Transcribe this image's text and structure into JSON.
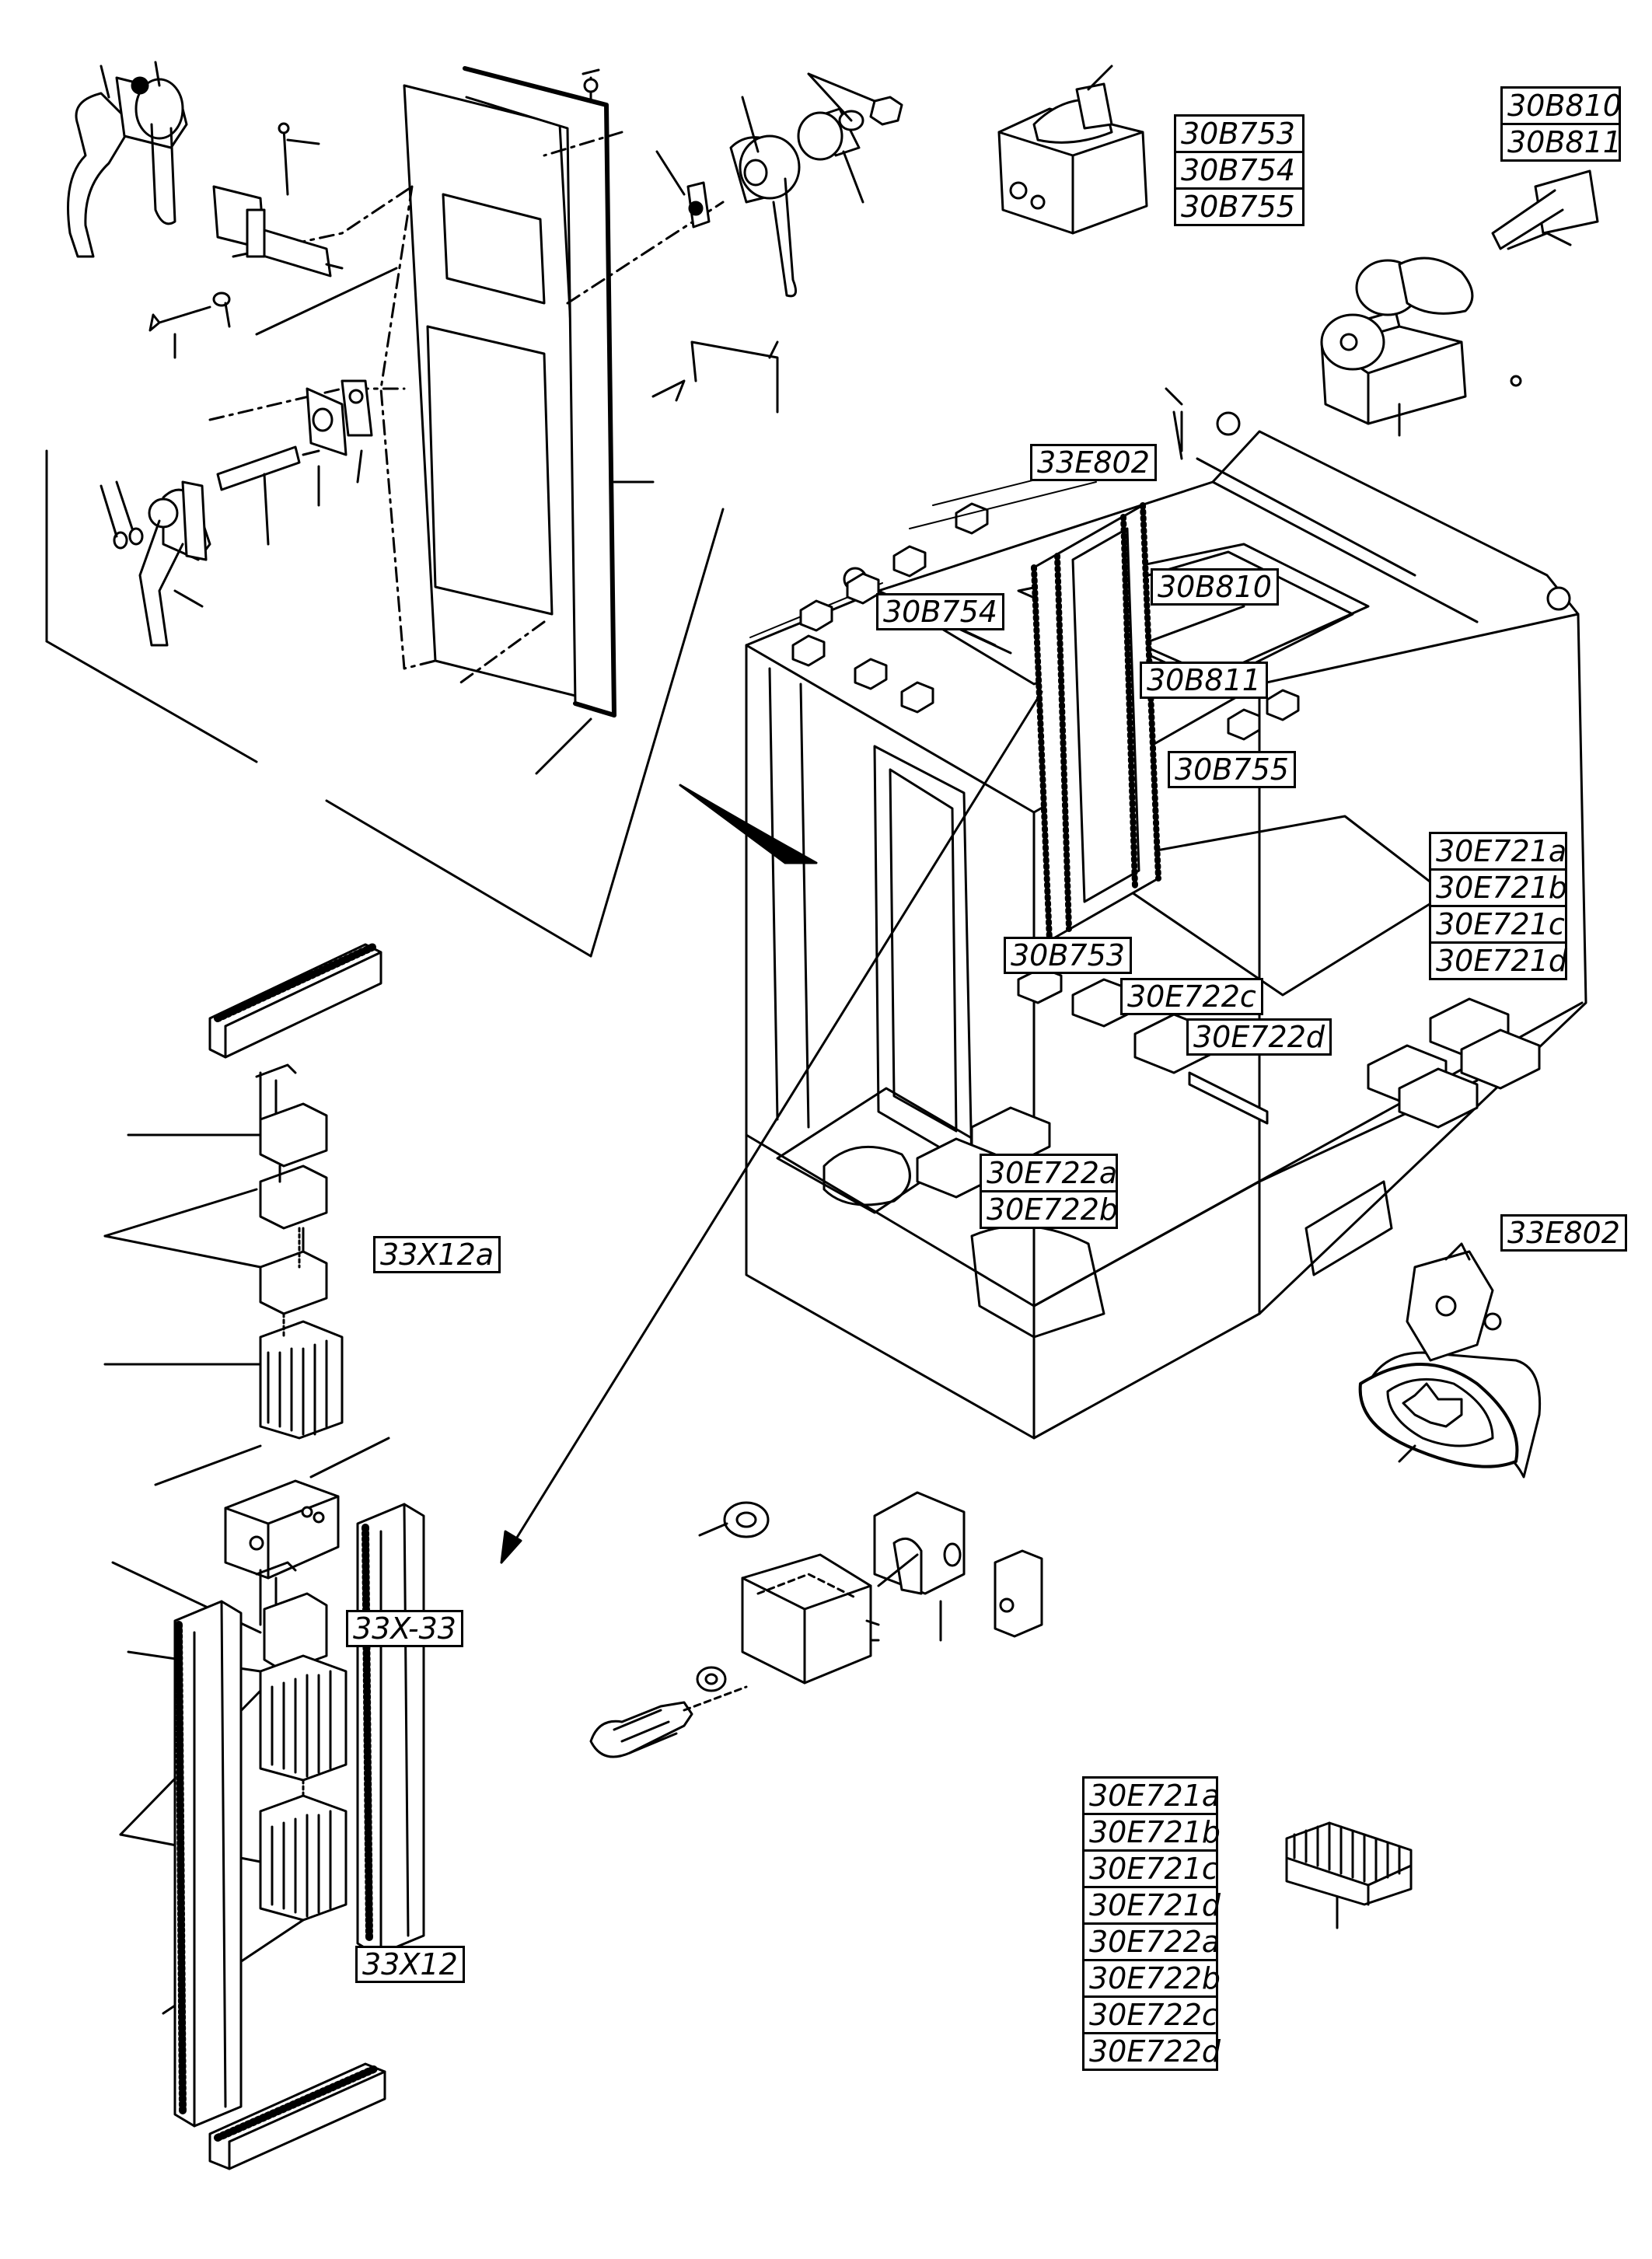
{
  "callouts": {
    "c_30B810_a": "30B810",
    "c_30B811_a": "30B811",
    "c_30B753_a": "30B753",
    "c_30B754_a": "30B754",
    "c_30B755_a": "30B755",
    "c_33E802_a": "33E802",
    "c_30B754_b": "30B754",
    "c_30B810_b": "30B810",
    "c_30B811_b": "30B811",
    "c_30B755_b": "30B755",
    "c_30B753_b": "30B753",
    "c_30E722c_a": "30E722c",
    "c_30E722d_a": "30E722d",
    "c_30E722a_a": "30E722a",
    "c_30E722b_a": "30E722b",
    "c_33E802_b": "33E802",
    "c_30E721a_a": "30E721a",
    "c_30E721b_a": "30E721b",
    "c_30E721c_a": "30E721c",
    "c_30E721d_a": "30E721d",
    "c_33X12a": "33X12a",
    "c_33X33": "33X-33",
    "c_33X12": "33X12"
  },
  "terminal_legend": [
    "30E721a",
    "30E721b",
    "30E721c",
    "30E721d",
    "30E722a",
    "30E722b",
    "30E722c",
    "30E722d"
  ]
}
